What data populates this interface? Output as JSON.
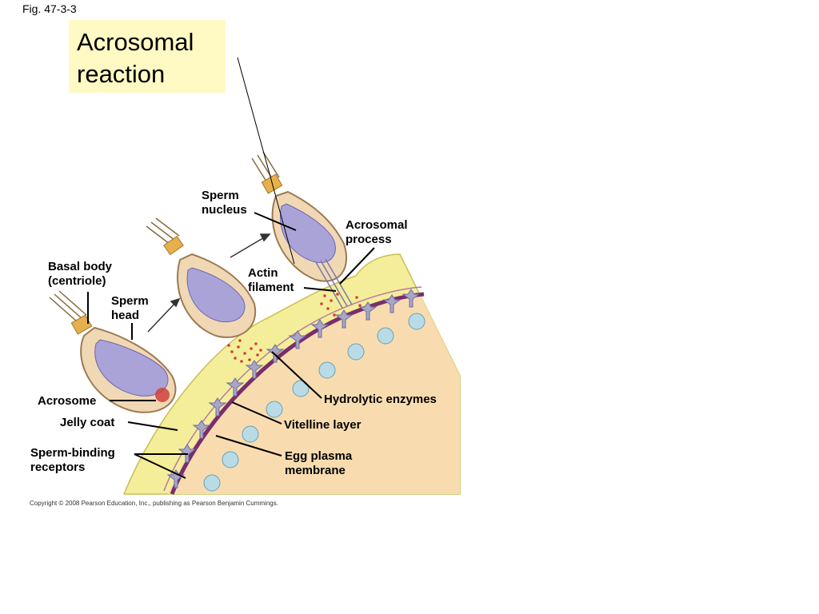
{
  "figure_label": "Fig. 47-3-3",
  "title": "Acrosomal\nreaction",
  "copyright": "Copyright © 2008 Pearson Education, Inc., publishing as Pearson Benjamin Cummings.",
  "labels": {
    "sperm_nucleus": "Sperm\nnucleus",
    "acrosomal_process": "Acrosomal\nprocess",
    "basal_body": "Basal body\n(centriole)",
    "actin_filament": "Actin\nfilament",
    "sperm_head": "Sperm\nhead",
    "acrosome": "Acrosome",
    "hydrolytic_enzymes": "Hydrolytic enzymes",
    "jelly_coat": "Jelly coat",
    "vitelline_layer": "Vitelline layer",
    "sperm_binding_receptors": "Sperm-binding\nreceptors",
    "egg_plasma_membrane": "Egg plasma\nmembrane"
  },
  "colors": {
    "jelly": "#f4ee9a",
    "cytoplasm": "#f8dcb0",
    "membrane": "#7a2d6b",
    "receptor": "#a7a6c9",
    "sperm_body": "#f1d8b4",
    "nucleus": "#a9a3d8",
    "enzyme": "#d0413b",
    "neck": "#e8b04d",
    "title_bg": "#fff9c4"
  }
}
